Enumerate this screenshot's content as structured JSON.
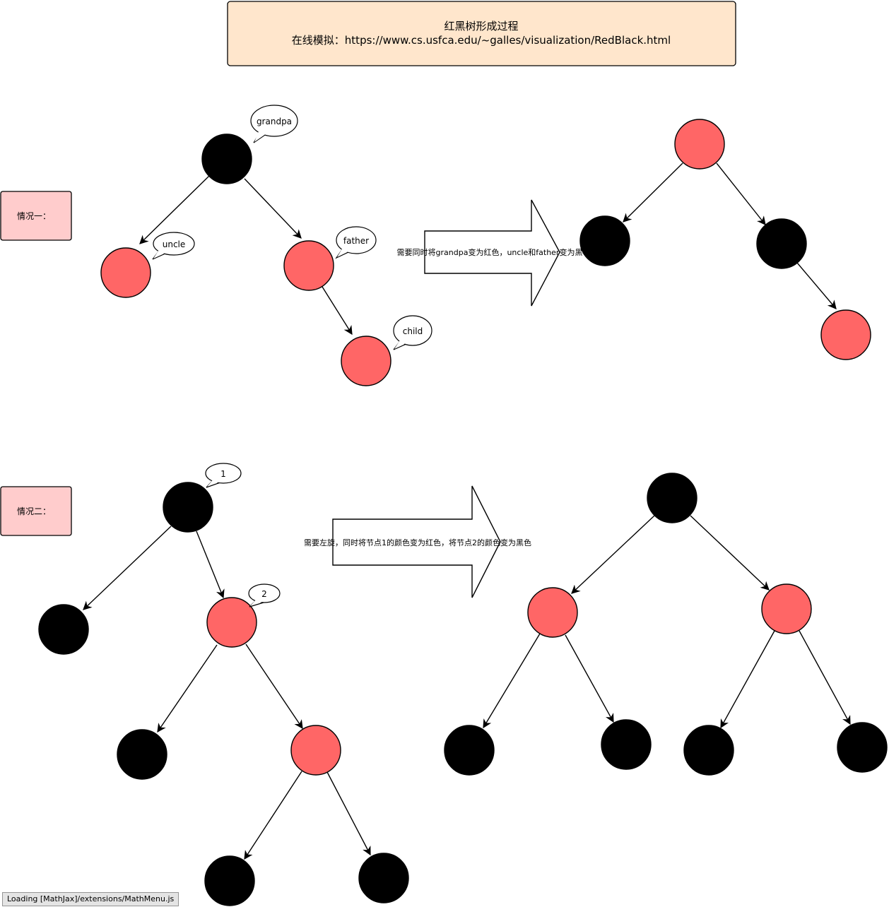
{
  "header": {
    "title": "红黑树形成过程",
    "subtitle": "在线模拟：https://www.cs.usfca.edu/~galles/visualization/RedBlack.html"
  },
  "case1": {
    "label": "情况一：",
    "arrow_text": "需要同时将grandpa变为红色，uncle和father变为黑",
    "callouts": {
      "grandpa": "grandpa",
      "uncle": "uncle",
      "father": "father",
      "child": "child"
    }
  },
  "case2": {
    "label": "情况二：",
    "arrow_text": "需要左旋，同时将节点1的颜色变为红色，将节点2的颜色变为黑色",
    "callouts": {
      "node1": "1",
      "node2": "2"
    }
  },
  "status_bar": {
    "text": "Loading [MathJax]/extensions/MathMenu.js"
  },
  "colors": {
    "red_node": "#ff6666",
    "black_node": "#000000",
    "label_box": "#ffcccc",
    "title_box": "#ffe6cc"
  }
}
